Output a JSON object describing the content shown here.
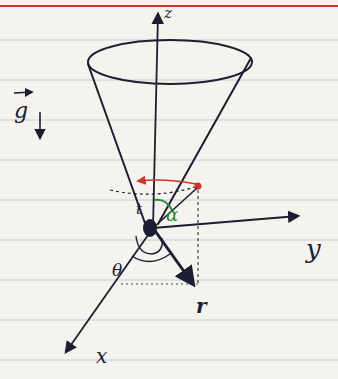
{
  "diagram": {
    "labels": [
      "z",
      "g",
      "α",
      "t",
      "θ",
      "r",
      "y",
      "x"
    ]
  }
}
